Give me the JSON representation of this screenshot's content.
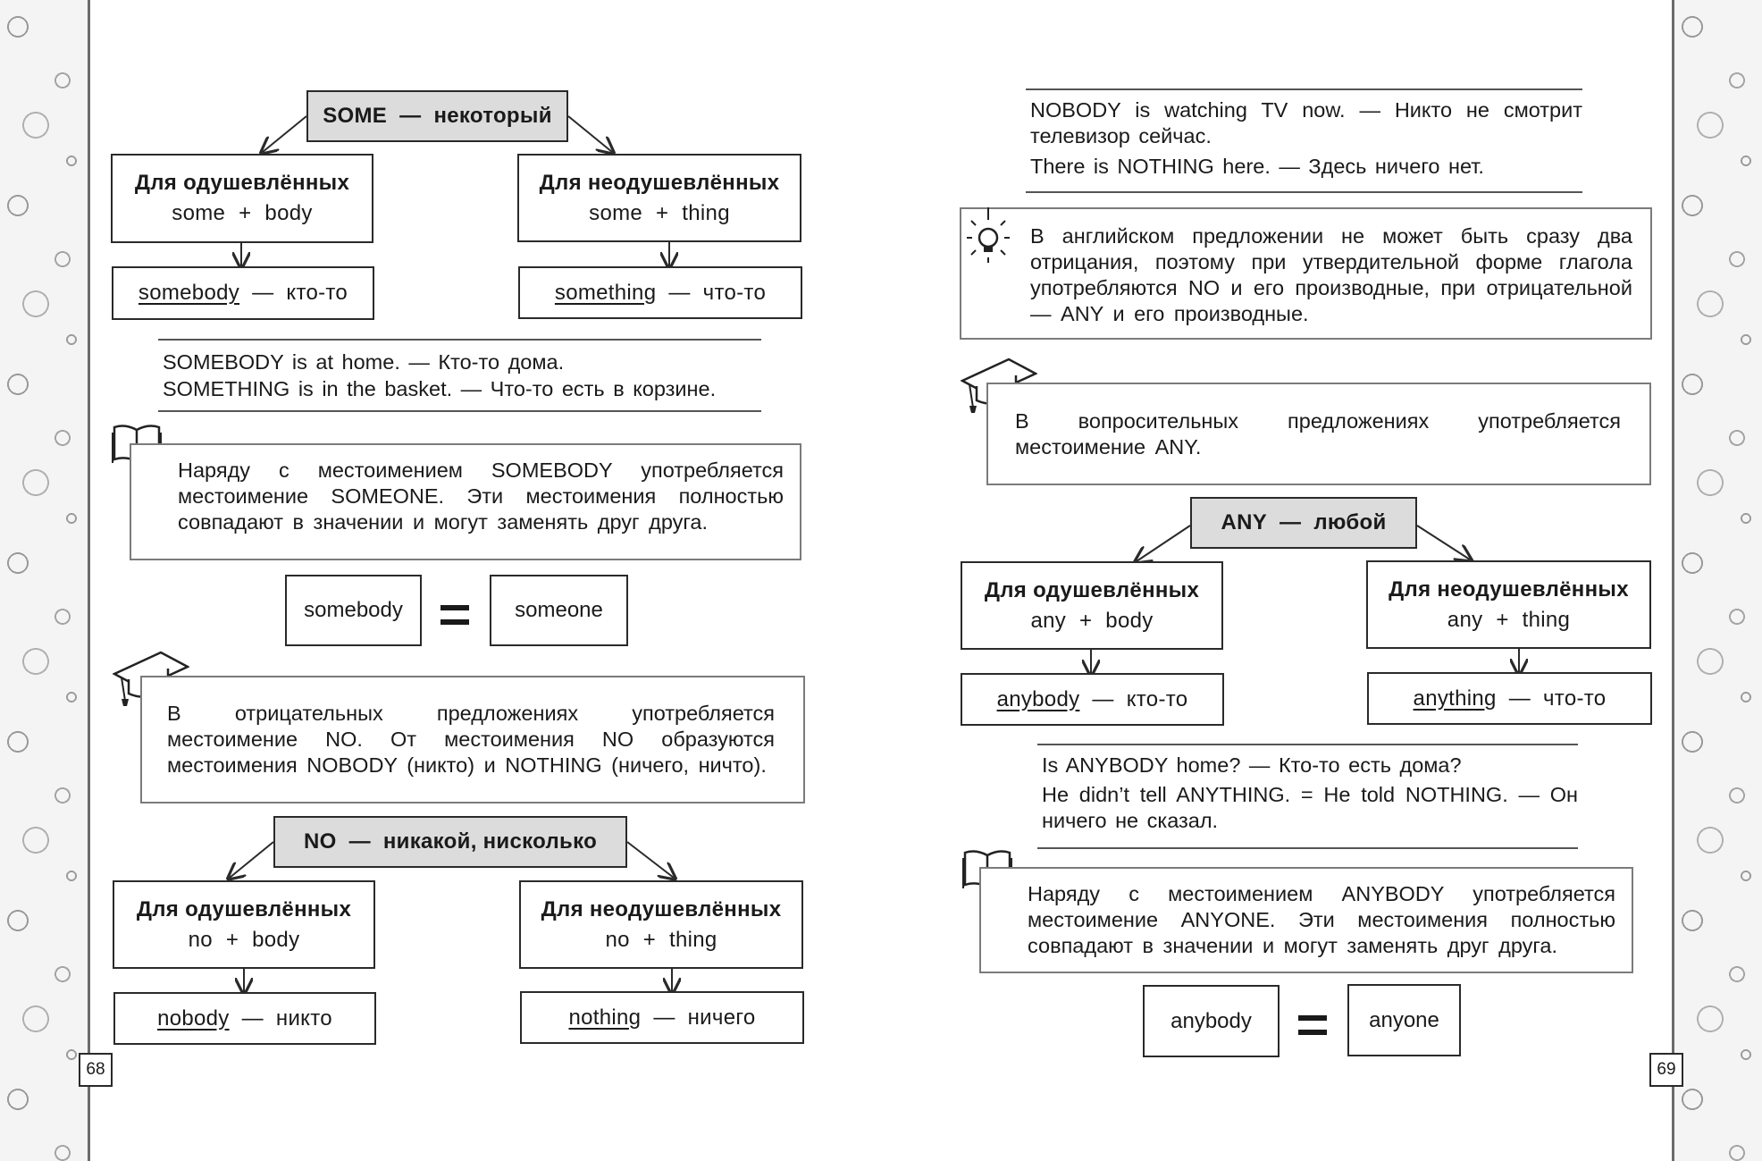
{
  "left_page": {
    "page_number": "68",
    "some_head": {
      "term": "SOME",
      "dash": "—",
      "meaning": "некоторый"
    },
    "some_animate": {
      "title": "Для одушевлённых",
      "formula": "some + body"
    },
    "some_inanimate": {
      "title": "Для неодушевлённых",
      "formula": "some + thing"
    },
    "some_animate_result": {
      "word": "somebody",
      "dash": "—",
      "meaning": "кто-то"
    },
    "some_inanimate_result": {
      "word": "something",
      "dash": "—",
      "meaning": "что-то"
    },
    "some_examples": [
      "SOMEBODY is at home. — Кто-то дома.",
      "SOMETHING is in the basket. — Что-то есть в корзине."
    ],
    "someone_note": "Наряду с местоимением SOMEBODY употребляется местоимение SOMEONE. Эти местоимения полностью совпадают в значении и могут заменять друг друга.",
    "equality": {
      "left": "somebody",
      "right": "someone"
    },
    "no_note": "В отрицательных предложениях употребляется местоимение NO. От местоимения NO образуются местоимения NOBODY (никто) и NOTHING (ничего, ничто).",
    "no_head": {
      "term": "NO",
      "dash": "—",
      "meaning": "никакой, нисколько"
    },
    "no_animate": {
      "title": "Для одушевлённых",
      "formula": "no + body"
    },
    "no_inanimate": {
      "title": "Для неодушевлённых",
      "formula": "no + thing"
    },
    "no_animate_result": {
      "word": "nobody",
      "dash": "—",
      "meaning": "никто"
    },
    "no_inanimate_result": {
      "word": "nothing",
      "dash": "—",
      "meaning": "ничего"
    }
  },
  "right_page": {
    "page_number": "69",
    "no_examples": [
      "NOBODY is watching TV now. — Никто не смотрит телевизор сейчас.",
      "There is NOTHING here. — Здесь ничего нет."
    ],
    "double_negation_note": "В английском предложении не может быть сразу два отрицания, поэтому при утвердительной форме глагола употребляются NO и его производные, при отрицательной — ANY и его производные.",
    "any_note": "В вопросительных предложениях употребляется местоимение ANY.",
    "any_head": {
      "term": "ANY",
      "dash": "—",
      "meaning": "любой"
    },
    "any_animate": {
      "title": "Для одушевлённых",
      "formula": "any + body"
    },
    "any_inanimate": {
      "title": "Для неодушевлённых",
      "formula": "any + thing"
    },
    "any_animate_result": {
      "word": "anybody",
      "dash": "—",
      "meaning": "кто-то"
    },
    "any_inanimate_result": {
      "word": "anything",
      "dash": "—",
      "meaning": "что-то"
    },
    "any_examples": [
      "Is ANYBODY home? — Кто-то есть дома?",
      "He didn’t tell ANYTHING. = He told NOTHING. — Он ничего не сказал."
    ],
    "anyone_note": "Наряду с местоимением ANYBODY употребляется местоимение ANYONE. Эти местоимения полностью совпадают в значении и могут заменять друг друга.",
    "equality": {
      "left": "anybody",
      "right": "anyone"
    }
  },
  "icons": [
    "book-icon",
    "graduation-cap-icon",
    "lightbulb-icon"
  ],
  "colors": {
    "header_fill": "#dcdcdc",
    "border": "#2a2a2a",
    "note_border": "#7b7b7b"
  }
}
